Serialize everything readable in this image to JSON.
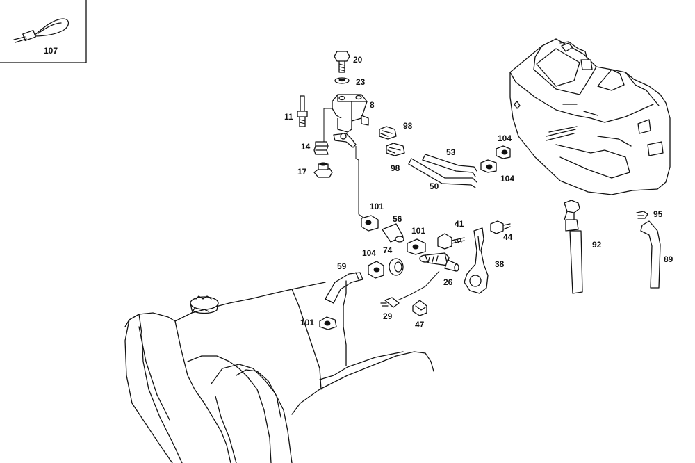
{
  "callouts": {
    "c107": "107",
    "c20": "20",
    "c23": "23",
    "c8": "8",
    "c11": "11",
    "c14": "14",
    "c17": "17",
    "c98a": "98",
    "c98b": "98",
    "c53": "53",
    "c50": "50",
    "c104a": "104",
    "c104b": "104",
    "c101a": "101",
    "c56": "56",
    "c101b": "101",
    "c41": "41",
    "c44": "44",
    "c74": "74",
    "c104c": "104",
    "c59": "59",
    "c38": "38",
    "c26": "26",
    "c29": "29",
    "c47": "47",
    "c101c": "101",
    "c95": "95",
    "c92": "92",
    "c89": "89"
  }
}
